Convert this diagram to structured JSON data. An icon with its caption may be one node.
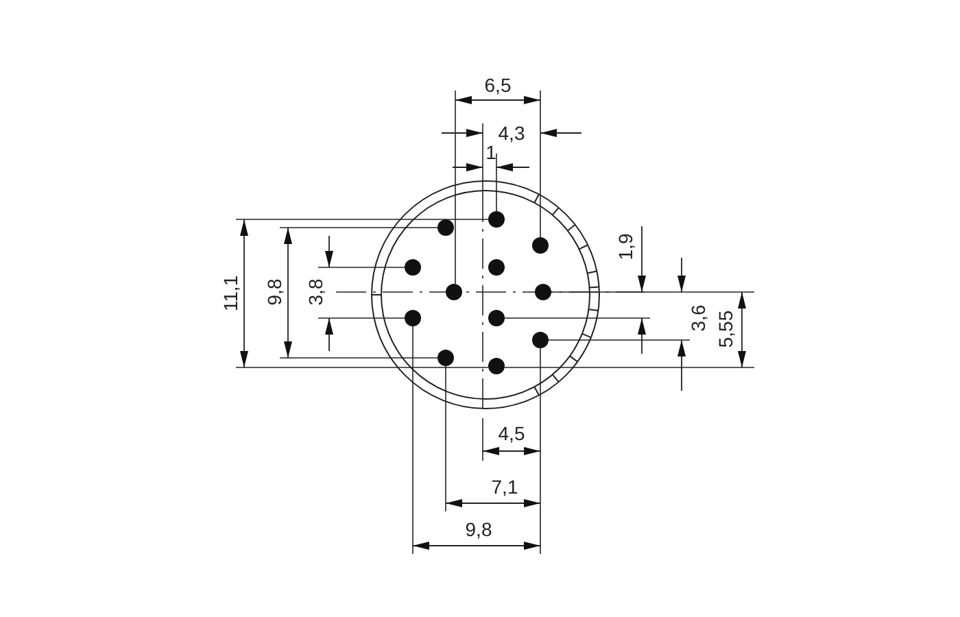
{
  "diagram": {
    "labels": [
      "6,5",
      "4,3",
      "1",
      "11,1",
      "9,8",
      "3,8",
      "1,9",
      "3,6",
      "5,55",
      "4,5",
      "7,1",
      "9,8"
    ]
  }
}
